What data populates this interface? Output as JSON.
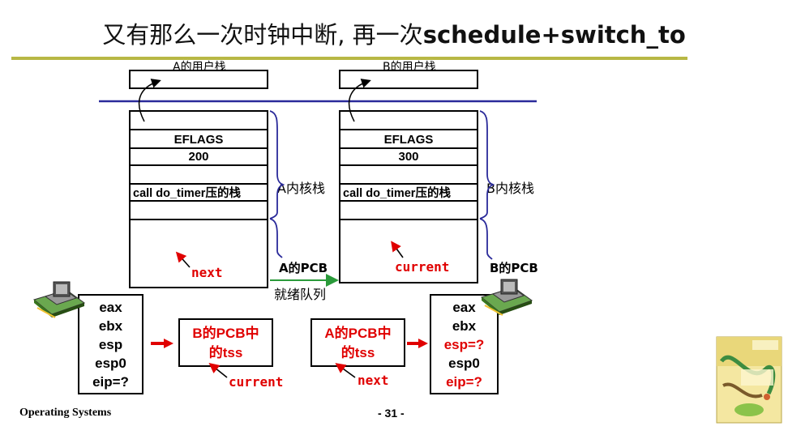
{
  "title": {
    "prefix": "又有那么一次时钟中断, 再一次",
    "bold": "schedule+switch_to"
  },
  "stackA": {
    "user_stack_label": "A的用户栈",
    "eflags": "EFLAGS",
    "value": "200",
    "call_row": "call do_timer压的栈",
    "kernel_label": "A内核栈",
    "pcb_label": "A的PCB",
    "pointer": "next"
  },
  "stackB": {
    "user_stack_label": "B的用户栈",
    "eflags": "EFLAGS",
    "value": "300",
    "call_row": "call do_timer压的栈",
    "kernel_label": "B内核栈",
    "pcb_label": "B的PCB",
    "pointer": "current"
  },
  "ready_queue_label": "就绪队列",
  "regs_left": [
    "eax",
    "ebx",
    "esp",
    "esp0",
    "eip=?"
  ],
  "regs_right": [
    {
      "text": "eax",
      "highlight": false
    },
    {
      "text": "ebx",
      "highlight": false
    },
    {
      "text": "esp=?",
      "highlight": true
    },
    {
      "text": "esp0",
      "highlight": false
    },
    {
      "text": "eip=?",
      "highlight": true
    }
  ],
  "tss_b": {
    "line1": "B的PCB中",
    "line2": "的tss",
    "pointer": "current"
  },
  "tss_a": {
    "line1": "A的PCB中",
    "line2": "的tss",
    "pointer": "next"
  },
  "footer": {
    "course": "Operating Systems",
    "page": "- 31 -"
  },
  "colors": {
    "accent_red": "#e00000",
    "brace_blue": "#2a2a9a",
    "rule_olive": "#b8b845",
    "ready_arrow": "#2a9a3a"
  },
  "icons": {
    "cpu": "cpu-chip-icon",
    "book": "os-book-cover-icon"
  }
}
